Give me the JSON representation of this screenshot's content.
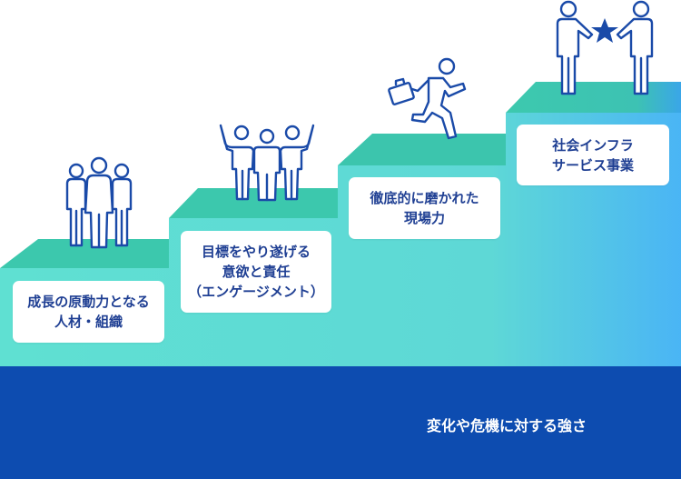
{
  "steps": [
    {
      "lines": [
        "成長の原動力となる",
        "人材・組織"
      ]
    },
    {
      "lines": [
        "目標をやり遂げる",
        "意欲と責任",
        "（エンゲージメント）"
      ]
    },
    {
      "lines": [
        "徹底的に磨かれた",
        "現場力"
      ]
    },
    {
      "lines": [
        "社会インフラ",
        "サービス事業"
      ]
    }
  ],
  "base": {
    "text": "変化や危機に対する強さ"
  },
  "icons": [
    "people-group-icon",
    "cheering-people-icon",
    "running-person-icon",
    "handshake-star-icon"
  ],
  "colors": {
    "step_top": "#3cc9ad",
    "step_face": "#5cdcd0",
    "step_face_right": "#4cb8f4",
    "base": "#0d4cb0",
    "icon_stroke": "#1a4aa8",
    "text": "#1f3f93"
  }
}
